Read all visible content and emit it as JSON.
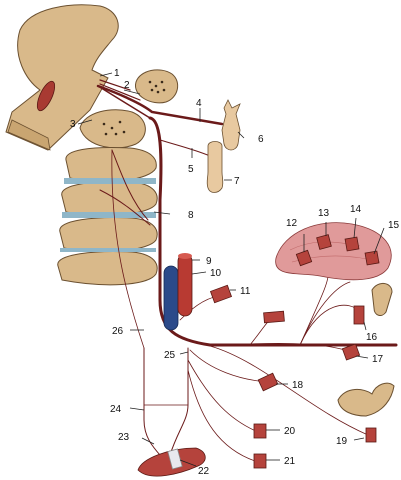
{
  "labels": {
    "l1": "1",
    "l2": "2",
    "l3": "3",
    "l4": "4",
    "l5": "5",
    "l6": "6",
    "l7": "7",
    "l8": "8",
    "l9": "9",
    "l10": "10",
    "l11": "11",
    "l12": "12",
    "l13": "13",
    "l14": "14",
    "l15": "15",
    "l16": "16",
    "l17": "17",
    "l18": "18",
    "l19": "19",
    "l20": "20",
    "l21": "21",
    "l22": "22",
    "l23": "23",
    "l24": "24",
    "l25": "25",
    "l26": "26"
  },
  "colors": {
    "nerve": "#6b1a1a",
    "bone": "#d9b98a",
    "muscle": "#b5433c",
    "vein": "#2b4a8a",
    "artery": "#b83a32",
    "gland": "#e09a9a"
  }
}
